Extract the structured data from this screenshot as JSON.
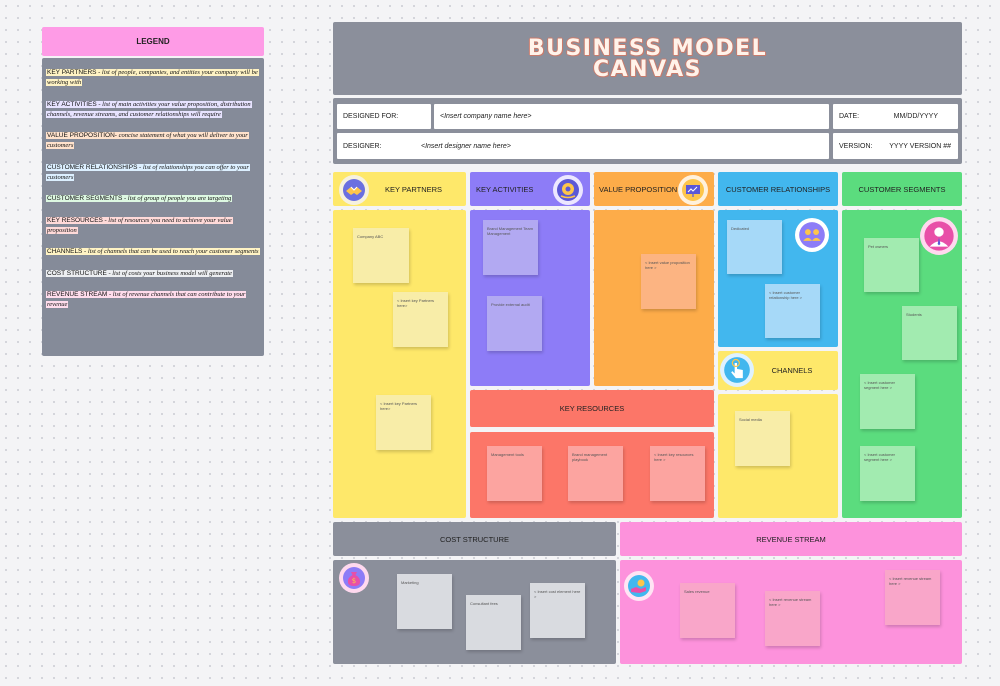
{
  "legend": {
    "title": "LEGEND",
    "items": [
      {
        "term": "KEY PARTNERS",
        "desc": " - list of people, companies, and entities your company will be working with",
        "bg": "#fff3c4"
      },
      {
        "term": "KEY ACTIVITIES",
        "desc": " - list of main activities your value proposition, distribution channels, revenue streams, and customer relationships will require",
        "bg": "#e7e3ff"
      },
      {
        "term": "VALUE PROPOSITION",
        "desc": "- concise statement of what you will deliver to your customers",
        "bg": "#ffe2cc"
      },
      {
        "term": "CUSTOMER RELATIONSHIPS",
        "desc": " - list of relationships you can offer to your customers",
        "bg": "#dcefff"
      },
      {
        "term": "CUSTOMER SEGMENTS",
        "desc": " - list of group of people you are targeting",
        "bg": "#ddf8e2"
      },
      {
        "term": "KEY RESOURCES",
        "desc": " - list of resources you need to achieve your value proposition",
        "bg": "#ffdad9"
      },
      {
        "term": "CHANNELS",
        "desc": " - list of channels that can be used to reach your customer segments",
        "bg": "#fff3c4"
      },
      {
        "term": "COST STRUCTURE",
        "desc": " - list of costs your business model will generate",
        "bg": "#eceef1"
      },
      {
        "term": "REVENUE STREAM",
        "desc": " - list of revenue channels that can contribute to your revenue",
        "bg": "#ffdcec"
      }
    ]
  },
  "title": {
    "line1": "BUSINESS MODEL",
    "line2": "CANVAS"
  },
  "info": {
    "designed_for_label": "DESIGNED FOR:",
    "designed_for_value": "<Insert company name here>",
    "date_label": "DATE:",
    "date_value": "MM/DD/YYYY",
    "designer_label": "DESIGNER:",
    "designer_value": "<Insert designer name here>",
    "version_label": "VERSION:",
    "version_value": "YYYY VERSION ##"
  },
  "sections": {
    "key_partners": "KEY PARTNERS",
    "key_activities": "KEY ACTIVITIES",
    "value_proposition": "VALUE PROPOSITION",
    "customer_relationships": "CUSTOMER RELATIONSHIPS",
    "customer_segments": "CUSTOMER SEGMENTS",
    "channels": "CHANNELS",
    "key_resources": "KEY RESOURCES",
    "cost_structure": "COST STRUCTURE",
    "revenue_stream": "REVENUE STREAM"
  },
  "notes": {
    "kp1": "Company ABC",
    "kp2": "< Insert key Partners here>",
    "kp3": "< Insert key Partners here>",
    "ka1": "Brand Management Team Management",
    "ka2": "Provide external audit",
    "vp1": "< Insert value proposition here >",
    "cr1": "Dedicated",
    "cr2": "< Insert customer relationship here >",
    "cs1": "Pet owners",
    "cs2": "Students",
    "cs3": "< Insert customer segment here >",
    "cs4": "< Insert customer segment here >",
    "ch1": "Social media",
    "kr1": "Management tools",
    "kr2": "Brand management playbook",
    "kr3": "< Insert key resources here >",
    "cost1": "Marketing",
    "cost2": "Consultant fees",
    "cost3": "< Insert cost element here >",
    "rev1": "Sales revenue",
    "rev2": "< Insert revenue stream here >",
    "rev3": "< Insert revenue stream here >"
  },
  "colors": {
    "key_partners": "#fee86a",
    "key_activities": "#8d7cf7",
    "value_proposition": "#fdac49",
    "customer_relationships": "#42b7ee",
    "customer_segments": "#5bdc7e",
    "key_resources": "#fc7668",
    "cost_structure": "#8b8f9b",
    "revenue_stream": "#fd92dc"
  }
}
